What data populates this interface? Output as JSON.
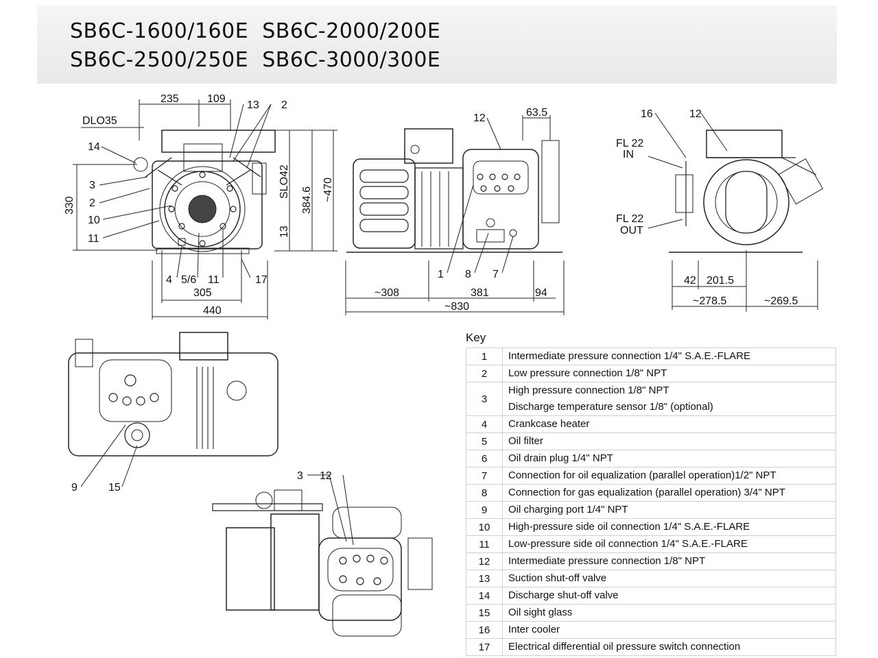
{
  "title": {
    "line1": "SB6C-1600/160E  SB6C-2000/200E",
    "line2": "SB6C-2500/250E  SB6C-3000/300E"
  },
  "front_view": {
    "dims": [
      "235",
      "109",
      "DLO35",
      "330",
      "SLO42",
      "384.6",
      "~470",
      "13",
      "305",
      "440"
    ],
    "callouts": [
      "13",
      "2",
      "14",
      "3",
      "2",
      "10",
      "11",
      "4",
      "5/6",
      "11",
      "17"
    ]
  },
  "side_view": {
    "dims": [
      "63.5",
      "~308",
      "381",
      "94",
      "~830"
    ],
    "callouts": [
      "12",
      "1",
      "8",
      "7"
    ]
  },
  "rear_view": {
    "dims": [
      "FL 22",
      "IN",
      "FL 22",
      "OUT",
      "42",
      "201.5",
      "~278.5",
      "~269.5"
    ],
    "callouts": [
      "16",
      "12"
    ]
  },
  "top_view": {
    "callouts": [
      "9",
      "15"
    ]
  },
  "iso_view": {
    "callouts": [
      "3",
      "12"
    ]
  },
  "key": {
    "title": "Key",
    "items": [
      {
        "num": "1",
        "lines": [
          "Intermediate pressure connection 1/4\" S.A.E.-FLARE"
        ]
      },
      {
        "num": "2",
        "lines": [
          "Low pressure connection 1/8\" NPT"
        ]
      },
      {
        "num": "3",
        "lines": [
          "High pressure connection 1/8\" NPT",
          "Discharge temperature sensor 1/8\" (optional)"
        ]
      },
      {
        "num": "4",
        "lines": [
          "Crankcase heater"
        ]
      },
      {
        "num": "5",
        "lines": [
          "Oil filter"
        ]
      },
      {
        "num": "6",
        "lines": [
          "Oil drain plug  1/4\" NPT"
        ]
      },
      {
        "num": "7",
        "lines": [
          "Connection for oil equalization (parallel operation)1/2\" NPT"
        ]
      },
      {
        "num": "8",
        "lines": [
          "Connection for gas equalization (parallel operation) 3/4\" NPT"
        ]
      },
      {
        "num": "9",
        "lines": [
          "Oil charging port 1/4\" NPT"
        ]
      },
      {
        "num": "10",
        "lines": [
          "High-pressure side oil connection 1/4\" S.A.E.-FLARE"
        ]
      },
      {
        "num": "11",
        "lines": [
          "Low-pressure side oil connection 1/4\" S.A.E.-FLARE"
        ]
      },
      {
        "num": "12",
        "lines": [
          "Intermediate pressure connection 1/8\" NPT"
        ]
      },
      {
        "num": "13",
        "lines": [
          "Suction shut-off valve"
        ]
      },
      {
        "num": "14",
        "lines": [
          "Discharge shut-off valve"
        ]
      },
      {
        "num": "15",
        "lines": [
          "Oil sight glass"
        ]
      },
      {
        "num": "16",
        "lines": [
          "Inter cooler"
        ]
      },
      {
        "num": "17",
        "lines": [
          "Electrical differential oil pressure switch connection"
        ]
      }
    ]
  }
}
